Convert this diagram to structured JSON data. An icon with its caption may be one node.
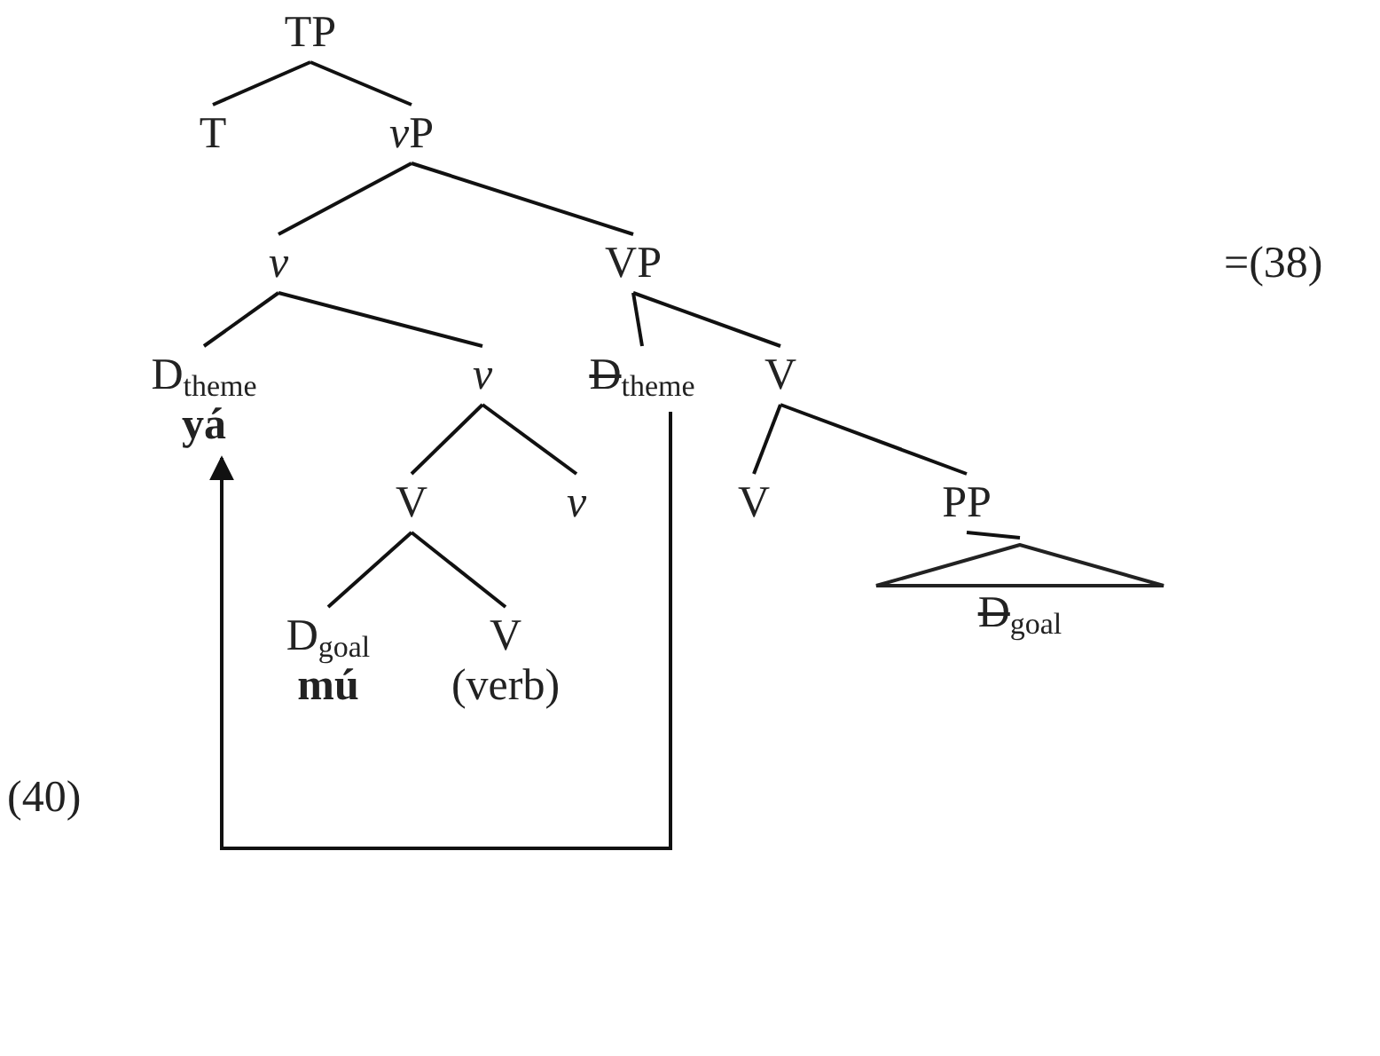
{
  "diagram": {
    "nodes": [
      {
        "text": [
          "TP"
        ]
      },
      {
        "text": [
          "T"
        ]
      },
      {
        "text": [
          "vP"
        ]
      },
      {
        "text": [
          "v"
        ]
      },
      {
        "text": [
          "VP"
        ]
      },
      {
        "text": [
          "D$_{theme}$",
          "yá"
        ]
      },
      {
        "text": [
          "v"
        ]
      },
      {
        "text": [
          "D$_{theme}$"
        ]
      },
      {
        "text": [
          "V"
        ]
      },
      {
        "text": [
          "V"
        ]
      },
      {
        "text": [
          "v"
        ]
      },
      {
        "text": [
          "V"
        ]
      },
      {
        "text": [
          "PP"
        ]
      },
      {
        "text": [
          "D$_{goal}$"
        ]
      },
      {
        "text": [
          "D$_{goal}$",
          "mú"
        ]
      },
      {
        "text": [
          "V",
          "(verb)"
        ]
      }
    ],
    "edges": [
      {
        "from": 0,
        "to": 1,
        "arrow": "none"
      },
      {
        "from": 0,
        "to": 2,
        "arrow": "none"
      },
      {
        "from": 2,
        "to": 3,
        "arrow": "none"
      },
      {
        "from": 2,
        "to": 4,
        "arrow": "none"
      },
      {
        "from": 3,
        "to": 5,
        "arrow": "none"
      },
      {
        "from": 3,
        "to": 6,
        "arrow": "none"
      },
      {
        "from": 4,
        "to": 7,
        "arrow": "none"
      },
      {
        "from": 4,
        "to": 8,
        "arrow": "none"
      },
      {
        "from": 6,
        "to": 9,
        "arrow": "none"
      },
      {
        "from": 6,
        "to": 10,
        "arrow": "none"
      },
      {
        "from": 8,
        "to": 11,
        "arrow": "none"
      },
      {
        "from": 8,
        "to": 12,
        "arrow": "none"
      },
      {
        "from": 12,
        "to": 13,
        "arrow": "none"
      },
      {
        "from": 9,
        "to": 14,
        "arrow": "none"
      },
      {
        "from": 9,
        "to": 15,
        "arrow": "none"
      },
      {
        "from": 7,
        "to": 5,
        "arrow": "to"
      }
    ],
    "labels": [
      "=(38)",
      "(40)"
    ]
  }
}
